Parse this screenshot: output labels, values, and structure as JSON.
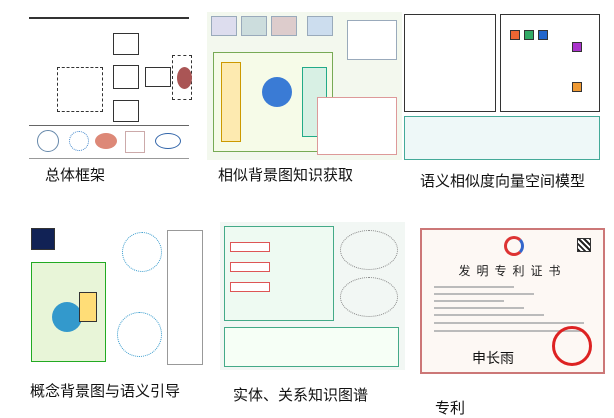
{
  "panels": [
    {
      "caption": "总体框架"
    },
    {
      "caption": "相似背景图知识获取"
    },
    {
      "caption": "语义相似度向量空间模型"
    },
    {
      "caption": "概念背景图与语义引导"
    },
    {
      "caption": "实体、关系知识图谱"
    },
    {
      "caption": "专利"
    }
  ],
  "patent": {
    "title": "发明专利证书",
    "signature": "申长雨"
  },
  "colors": {
    "seal": "#dd2222",
    "border": "#cc7777",
    "accent": "#3a7bd5"
  }
}
